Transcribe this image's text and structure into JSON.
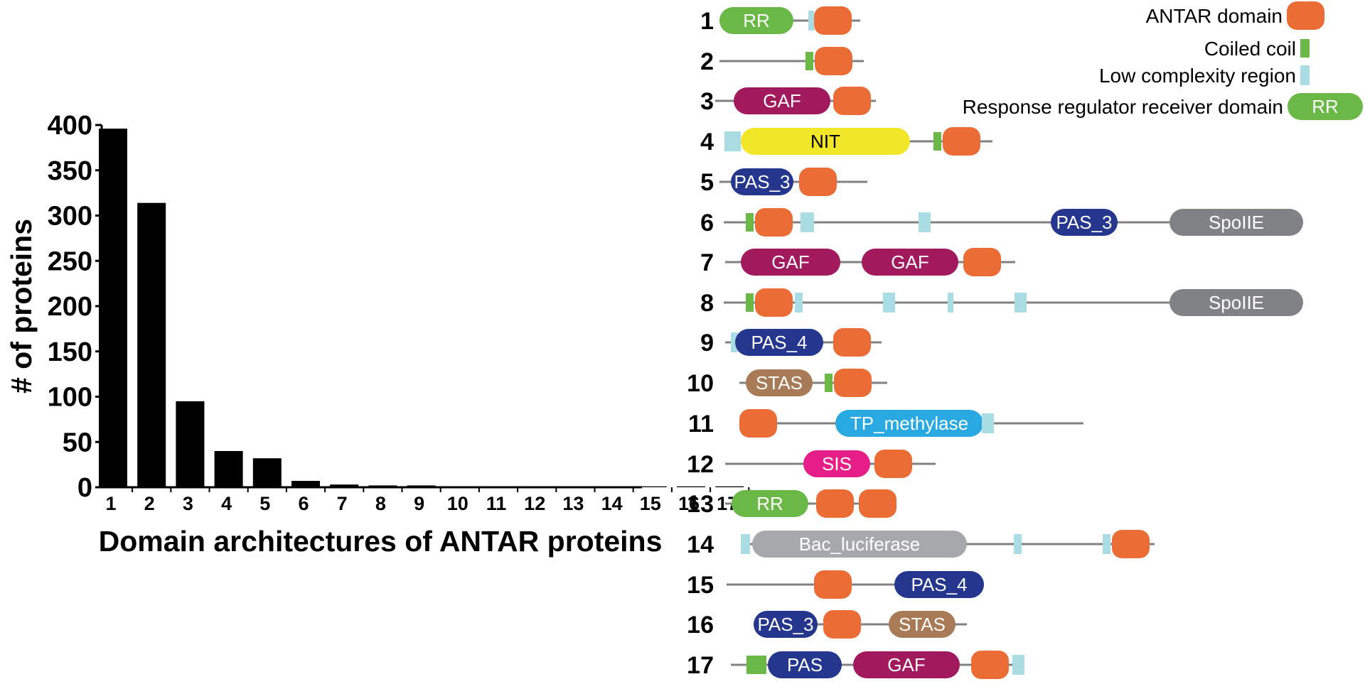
{
  "chart_data": {
    "type": "bar",
    "xlabel": "Domain architectures of ANTAR proteins",
    "ylabel": "# of proteins",
    "ylim": [
      0,
      400
    ],
    "yticks": [
      0,
      50,
      100,
      150,
      200,
      250,
      300,
      350,
      400
    ],
    "categories": [
      "1",
      "2",
      "3",
      "4",
      "5",
      "6",
      "7",
      "8",
      "9",
      "10",
      "11",
      "12",
      "13",
      "14",
      "15",
      "16",
      "17"
    ],
    "values": [
      396,
      314,
      95,
      40,
      32,
      7,
      3,
      2,
      2,
      1,
      1,
      1,
      1,
      1,
      1,
      1,
      1
    ],
    "grid": false,
    "color": "#000000"
  },
  "legend": {
    "items": [
      {
        "label": "ANTAR domain",
        "type": "ANTAR"
      },
      {
        "label": "Coiled coil",
        "type": "CC"
      },
      {
        "label": "Low complexity region",
        "type": "LCR"
      },
      {
        "label": "Response regulator receiver domain",
        "type": "RR",
        "text": "RR"
      }
    ]
  },
  "domain_styles": {
    "ANTAR": {
      "color": "#EB6C35",
      "text_color": "#ffffff"
    },
    "CC": {
      "color": "#6AB845",
      "text_color": "#ffffff"
    },
    "LCR": {
      "color": "#A9DDE3",
      "text_color": "#000000"
    },
    "RR": {
      "color": "#6AB845",
      "text_color": "#ffffff"
    },
    "GAF": {
      "color": "#A2195E",
      "text_color": "#ffffff"
    },
    "NIT": {
      "color": "#F2E629",
      "text_color": "#000000"
    },
    "PAS_3": {
      "color": "#25368F",
      "text_color": "#ffffff"
    },
    "PAS_4": {
      "color": "#25368F",
      "text_color": "#ffffff"
    },
    "PAS": {
      "color": "#25368F",
      "text_color": "#ffffff"
    },
    "SpoIIE": {
      "color": "#808285",
      "text_color": "#ffffff"
    },
    "STAS": {
      "color": "#A87A55",
      "text_color": "#ffffff"
    },
    "TP_methylase": {
      "color": "#28A9E1",
      "text_color": "#ffffff"
    },
    "SIS": {
      "color": "#E61E87",
      "text_color": "#ffffff"
    },
    "Bac_luciferase": {
      "color": "#A6A8AB",
      "text_color": "#ffffff"
    },
    "line": {
      "color": "#808080"
    }
  },
  "architectures": [
    {
      "id": "1",
      "domains": [
        {
          "type": "RR",
          "text": "RR"
        },
        {
          "type": "LCR"
        },
        {
          "type": "ANTAR"
        }
      ]
    },
    {
      "id": "2",
      "domains": [
        {
          "type": "CC"
        },
        {
          "type": "ANTAR"
        }
      ]
    },
    {
      "id": "3",
      "domains": [
        {
          "type": "GAF",
          "text": "GAF"
        },
        {
          "type": "ANTAR"
        }
      ]
    },
    {
      "id": "4",
      "domains": [
        {
          "type": "LCR"
        },
        {
          "type": "NIT",
          "text": "NIT"
        },
        {
          "type": "CC"
        },
        {
          "type": "ANTAR"
        }
      ]
    },
    {
      "id": "5",
      "domains": [
        {
          "type": "PAS_3",
          "text": "PAS_3"
        },
        {
          "type": "ANTAR"
        }
      ]
    },
    {
      "id": "6",
      "domains": [
        {
          "type": "CC"
        },
        {
          "type": "ANTAR"
        },
        {
          "type": "LCR"
        },
        {
          "type": "LCR"
        },
        {
          "type": "PAS_3",
          "text": "PAS_3"
        },
        {
          "type": "SpoIIE",
          "text": "SpoIIE"
        }
      ]
    },
    {
      "id": "7",
      "domains": [
        {
          "type": "GAF",
          "text": "GAF"
        },
        {
          "type": "GAF",
          "text": "GAF"
        },
        {
          "type": "ANTAR"
        }
      ]
    },
    {
      "id": "8",
      "domains": [
        {
          "type": "CC"
        },
        {
          "type": "ANTAR"
        },
        {
          "type": "LCR"
        },
        {
          "type": "LCR"
        },
        {
          "type": "LCR"
        },
        {
          "type": "LCR"
        },
        {
          "type": "SpoIIE",
          "text": "SpoIIE"
        }
      ]
    },
    {
      "id": "9",
      "domains": [
        {
          "type": "LCR"
        },
        {
          "type": "PAS_4",
          "text": "PAS_4"
        },
        {
          "type": "ANTAR"
        }
      ]
    },
    {
      "id": "10",
      "domains": [
        {
          "type": "STAS",
          "text": "STAS"
        },
        {
          "type": "CC"
        },
        {
          "type": "ANTAR"
        }
      ]
    },
    {
      "id": "11",
      "domains": [
        {
          "type": "ANTAR"
        },
        {
          "type": "TP_methylase",
          "text": "TP_methylase"
        },
        {
          "type": "LCR"
        }
      ]
    },
    {
      "id": "12",
      "domains": [
        {
          "type": "SIS",
          "text": "SIS"
        },
        {
          "type": "ANTAR"
        }
      ]
    },
    {
      "id": "13",
      "domains": [
        {
          "type": "RR",
          "text": "RR"
        },
        {
          "type": "ANTAR"
        },
        {
          "type": "ANTAR"
        }
      ]
    },
    {
      "id": "14",
      "domains": [
        {
          "type": "LCR"
        },
        {
          "type": "Bac_luciferase",
          "text": "Bac_luciferase"
        },
        {
          "type": "LCR"
        },
        {
          "type": "LCR"
        },
        {
          "type": "ANTAR"
        }
      ]
    },
    {
      "id": "15",
      "domains": [
        {
          "type": "ANTAR"
        },
        {
          "type": "PAS_4",
          "text": "PAS_4"
        }
      ]
    },
    {
      "id": "16",
      "domains": [
        {
          "type": "PAS_3",
          "text": "PAS_3"
        },
        {
          "type": "ANTAR"
        },
        {
          "type": "STAS",
          "text": "STAS"
        }
      ]
    },
    {
      "id": "17",
      "domains": [
        {
          "type": "CC"
        },
        {
          "type": "PAS",
          "text": "PAS"
        },
        {
          "type": "GAF",
          "text": "GAF"
        },
        {
          "type": "ANTAR"
        },
        {
          "type": "LCR"
        }
      ]
    }
  ]
}
